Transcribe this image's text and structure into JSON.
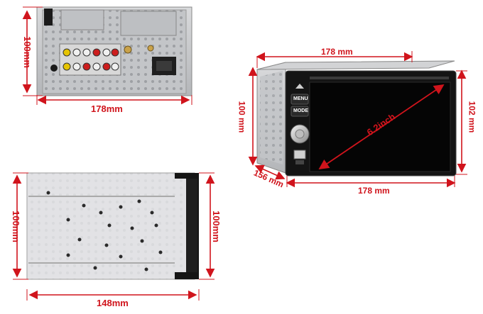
{
  "panels": {
    "rear": {
      "width_label": "178mm",
      "height_label": "100mm"
    },
    "front": {
      "width_top_label": "178 mm",
      "width_bottom_label": "178 mm",
      "height_left_label": "100 mm",
      "height_right_label": "102 mm",
      "depth_label": "156 mm",
      "screen_label": "6.2inch",
      "menu_label": "MENU",
      "mode_label": "MODE"
    },
    "side": {
      "width_label": "148mm",
      "height_left_label": "100mm",
      "height_right_label": "100mm"
    }
  },
  "colors": {
    "dimension": "#d0141c",
    "chassis": "#c9cacc",
    "screen": "#050505"
  }
}
